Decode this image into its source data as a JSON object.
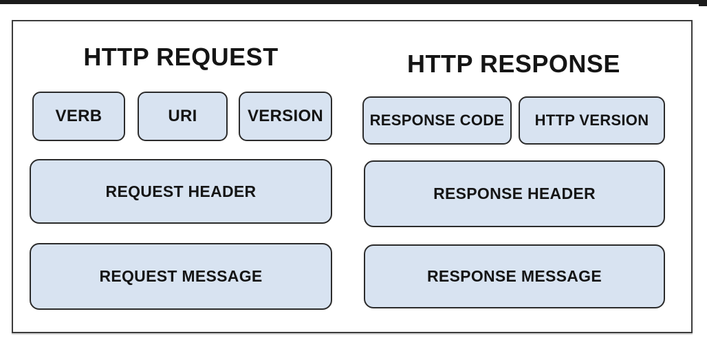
{
  "diagram": {
    "left": {
      "title": "HTTP REQUEST",
      "row_boxes": [
        "VERB",
        "URI",
        "VERSION"
      ],
      "header_box": "REQUEST HEADER",
      "message_box": "REQUEST MESSAGE"
    },
    "right": {
      "title": "HTTP RESPONSE",
      "row_boxes": [
        "RESPONSE CODE",
        "HTTP VERSION"
      ],
      "header_box": "RESPONSE HEADER",
      "message_box": "RESPONSE MESSAGE"
    },
    "colors": {
      "box_fill": "#d8e3f1",
      "box_border": "#2b2b2b",
      "frame_border": "#3c3c3c",
      "text": "#151515",
      "top_bar": "#1b1b1b",
      "background": "#ffffff"
    }
  }
}
